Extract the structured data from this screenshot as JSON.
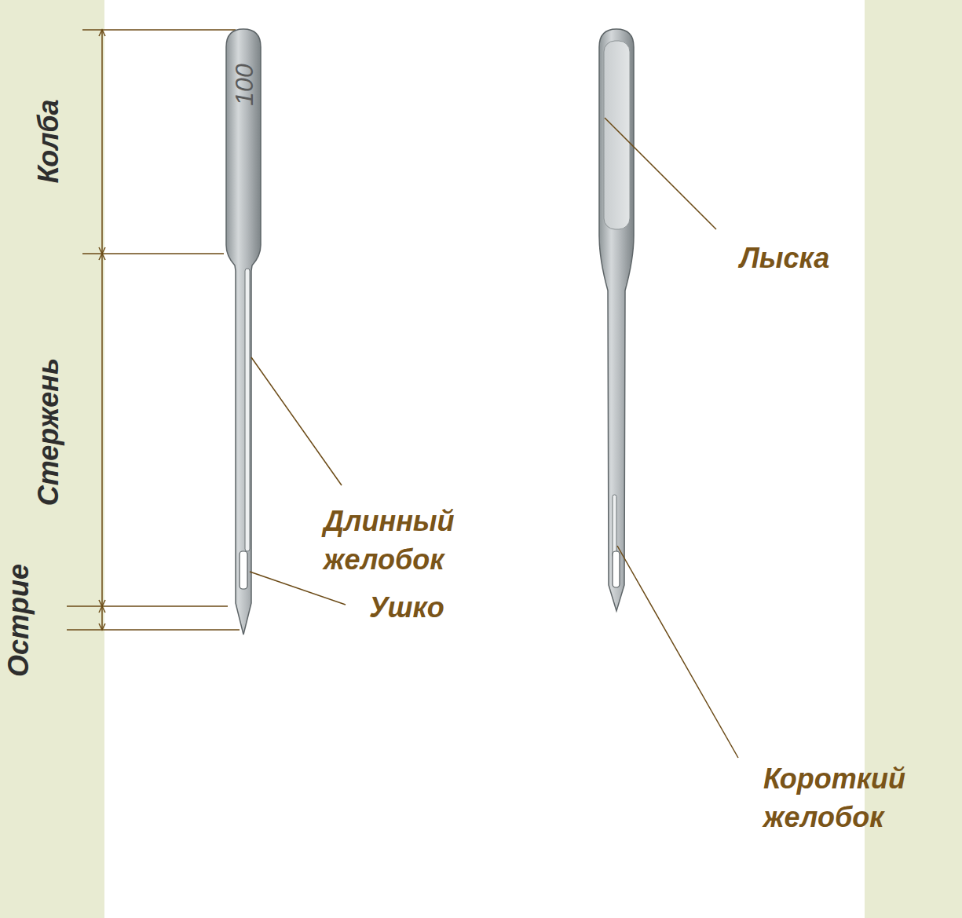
{
  "diagram": {
    "labels": [
      "Колба",
      "Стержень",
      "Острие",
      "100",
      "Длинный желобок",
      "Ушко",
      "Лыска",
      "Короткий желобок"
    ]
  }
}
